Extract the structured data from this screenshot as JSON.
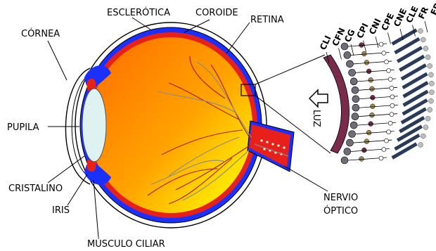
{
  "labels": {
    "cornea": "CÓRNEA",
    "esclerotica": "ESCLERÓTICA",
    "coroide": "COROIDE",
    "retina": "RETINA",
    "pupila": "PUPILA",
    "cristalino": "CRISTALINO",
    "iris": "IRIS",
    "musculo_ciliar": "MÚSCULO CILIAR",
    "nervio_line1": "NERVIO",
    "nervio_line2": "ÓPTICO",
    "luz": "LUZ"
  },
  "retina_layers": [
    "CLI",
    "CFN",
    "CG",
    "CPI",
    "CNI",
    "CPE",
    "CNE",
    "CLE",
    "FR",
    "EP"
  ],
  "colors": {
    "sclera": "#ffffff",
    "choroid_blue": "#1a30ff",
    "retina_red": "#e8201a",
    "vitreous_orange": "#ff8a00",
    "vitreous_yellow": "#ffe600",
    "lens": "#dff2f2",
    "inner_limiting_membrane": "#7a2a4a",
    "photoreceptor_navy": "#2a3a5a",
    "vessel_red": "#b01818",
    "vessel_gray": "#8a8a8a"
  },
  "icons": {
    "light_arrow": "hollow-arrow-left-icon"
  }
}
